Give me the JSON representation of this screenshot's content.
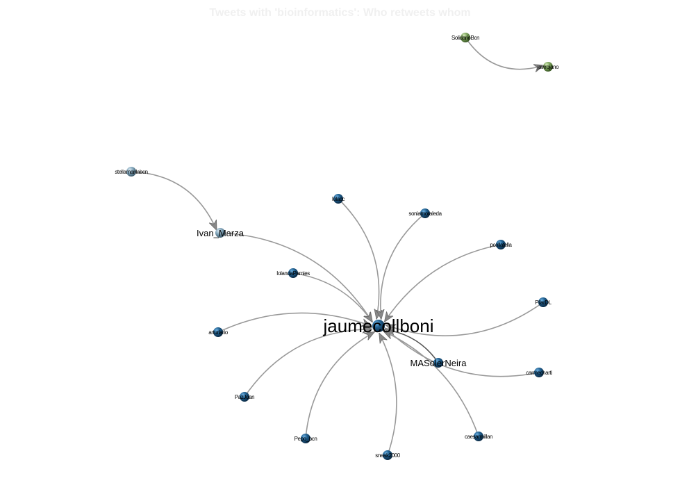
{
  "title": "Tweets with 'bioinformatics':  Who retweets whom",
  "colors": {
    "main_cluster_node": "#1f5f8f",
    "light_node": "#7fa3b8",
    "green_cluster_node": "#7aa05a",
    "edge": "#999999",
    "background": "#ffffff"
  },
  "nodes": [
    {
      "id": "jaumecollboni",
      "label": "jaumecollboni",
      "size": "big",
      "cluster": "main"
    },
    {
      "id": "SolidarioBcn",
      "label": "SolidarioBcn",
      "size": "small",
      "cluster": "green"
    },
    {
      "id": "javirojano",
      "label": "javirojano",
      "size": "small",
      "cluster": "green"
    },
    {
      "id": "stellamarilabcn",
      "label": "stellamarilabcn",
      "size": "small",
      "cluster": "light"
    },
    {
      "id": "Ivan_Marza",
      "label": "Ivan_Marza",
      "size": "medium",
      "cluster": "light"
    },
    {
      "id": "lolacc",
      "label": "lolacc",
      "size": "small",
      "cluster": "main"
    },
    {
      "id": "soniamoraleda",
      "label": "soniamoraleda",
      "size": "small",
      "cluster": "main"
    },
    {
      "id": "pcollatella",
      "label": "pcollatella",
      "size": "small",
      "cluster": "main"
    },
    {
      "id": "IolandaPamies",
      "label": "IolandaPamies",
      "size": "small",
      "cluster": "main"
    },
    {
      "id": "PilarDL",
      "label": "PilarDL",
      "size": "small",
      "cluster": "main"
    },
    {
      "id": "arturlario",
      "label": "arturlario",
      "size": "small",
      "cluster": "main"
    },
    {
      "id": "MASolerNeira",
      "label": "MASolerNeira",
      "size": "medium",
      "cluster": "main"
    },
    {
      "id": "carmecharti",
      "label": "carmecharti",
      "size": "small",
      "cluster": "main"
    },
    {
      "id": "PazJoan",
      "label": "PazJoan",
      "size": "small",
      "cluster": "main"
    },
    {
      "id": "Pepo_bcn",
      "label": "Pepo_bcn",
      "size": "small",
      "cluster": "main"
    },
    {
      "id": "sneak2000",
      "label": "sneak2000",
      "size": "small",
      "cluster": "main"
    },
    {
      "id": "caesarmillan",
      "label": "caesarmillan",
      "size": "small",
      "cluster": "main"
    }
  ],
  "edges": [
    {
      "from": "SolidarioBcn",
      "to": "javirojano"
    },
    {
      "from": "stellamarilabcn",
      "to": "Ivan_Marza"
    },
    {
      "from": "Ivan_Marza",
      "to": "jaumecollboni"
    },
    {
      "from": "lolacc",
      "to": "jaumecollboni"
    },
    {
      "from": "soniamoraleda",
      "to": "jaumecollboni"
    },
    {
      "from": "pcollatella",
      "to": "jaumecollboni"
    },
    {
      "from": "IolandaPamies",
      "to": "jaumecollboni"
    },
    {
      "from": "PilarDL",
      "to": "jaumecollboni"
    },
    {
      "from": "arturlario",
      "to": "jaumecollboni"
    },
    {
      "from": "MASolerNeira",
      "to": "jaumecollboni"
    },
    {
      "from": "carmecharti",
      "to": "jaumecollboni"
    },
    {
      "from": "PazJoan",
      "to": "jaumecollboni"
    },
    {
      "from": "Pepo_bcn",
      "to": "jaumecollboni"
    },
    {
      "from": "sneak2000",
      "to": "jaumecollboni"
    },
    {
      "from": "caesarmillan",
      "to": "jaumecollboni"
    }
  ]
}
